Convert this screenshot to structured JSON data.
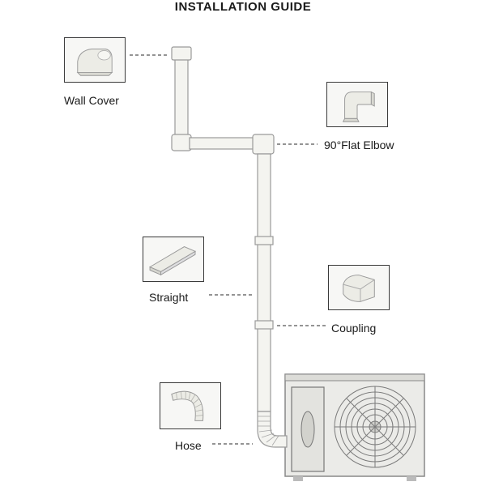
{
  "title": "INSTALLATION GUIDE",
  "parts": {
    "wall_cover": {
      "label": "Wall Cover",
      "icon": "wall-cover-icon"
    },
    "flat_elbow": {
      "label": "90°Flat Elbow",
      "icon": "flat-elbow-icon"
    },
    "straight": {
      "label": "Straight",
      "icon": "straight-duct-icon"
    },
    "coupling": {
      "label": "Coupling",
      "icon": "coupling-icon"
    },
    "hose": {
      "label": "Hose",
      "icon": "hose-icon"
    }
  },
  "colors": {
    "duct": "#f4f4f0",
    "duct_outline": "#9a9a9a",
    "leader": "#555555",
    "unit": "#e9e9e6"
  }
}
